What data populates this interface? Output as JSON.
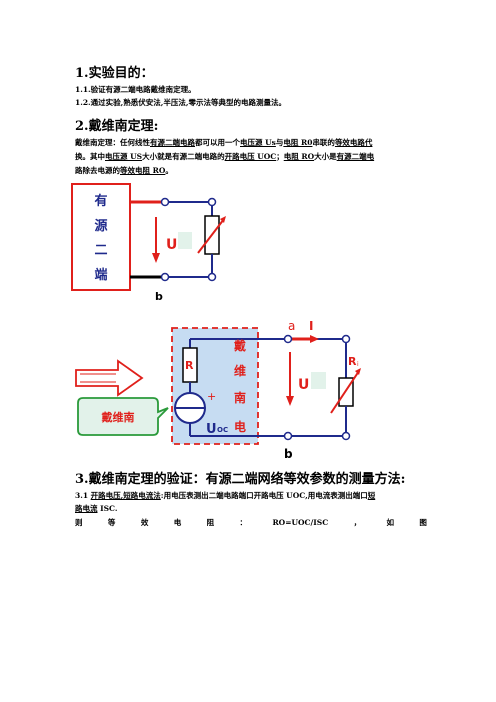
{
  "section1": {
    "title": "1.实验目的：",
    "items": [
      "1.1.验证有源二端电路戴维南定理。",
      "1.2.通过实验,熟悉伏安法,半压法,零示法等典型的电路测量法。"
    ]
  },
  "section2": {
    "title": "2.戴维南定理:",
    "para_line1_a": "戴维南定理：任何线性",
    "para_line1_b": "有源二端电路",
    "para_line1_c": "都可以用一个",
    "para_line1_d": "电压源 Us",
    "para_line1_e": "与",
    "para_line1_f": "电阻 R0",
    "para_line1_g": "串联的",
    "para_line1_h": "等效电路代",
    "para_line2_a": "换。其中",
    "para_line2_b": "电压源 US",
    "para_line2_c": "大小就是有源二端电路的",
    "para_line2_d": "开路电压 UOC",
    "para_line2_e": "；",
    "para_line2_f": "电阻 RO",
    "para_line2_g": "大小是",
    "para_line2_h": "有源二端电",
    "para_line3_a": "路除去电源的",
    "para_line3_b": "等效电阻 RO",
    "para_line3_c": "。"
  },
  "diagram1": {
    "box_chars": [
      "有",
      "源",
      "二",
      "端"
    ],
    "u_label": "U",
    "b_label": "b"
  },
  "diagram2": {
    "a_label": "a",
    "i_label": "I",
    "r_label": "R",
    "ri_label": "R",
    "ri_sub": "i",
    "u_label": "U",
    "plus": "+",
    "uoc_main": "U",
    "uoc_sub": "OC",
    "b_label": "b",
    "side_chars": [
      "戴",
      "维",
      "南",
      "电"
    ],
    "callout": "戴维南"
  },
  "section3": {
    "title": "3.戴维南定理的验证：有源二端网络等效参数的测量方法:",
    "line1_a": "3.1 ",
    "line1_b": "开路电压,短路电流法",
    "line1_c": ":用电压表测出二端电路端口开路电压 UOC,用电流表测出端口",
    "line1_d": "短",
    "line2_a": "路电流",
    "line2_b": " ISC.",
    "line3": [
      "则",
      "等",
      "效",
      "电",
      "阻",
      "：",
      "RO=UOC/ISC",
      "，",
      "如",
      "图"
    ]
  },
  "colors": {
    "red": "#e0201b",
    "blue": "#1f2a8c",
    "light_blue": "#c6dcf2",
    "green_box": "#e2f2ea"
  }
}
